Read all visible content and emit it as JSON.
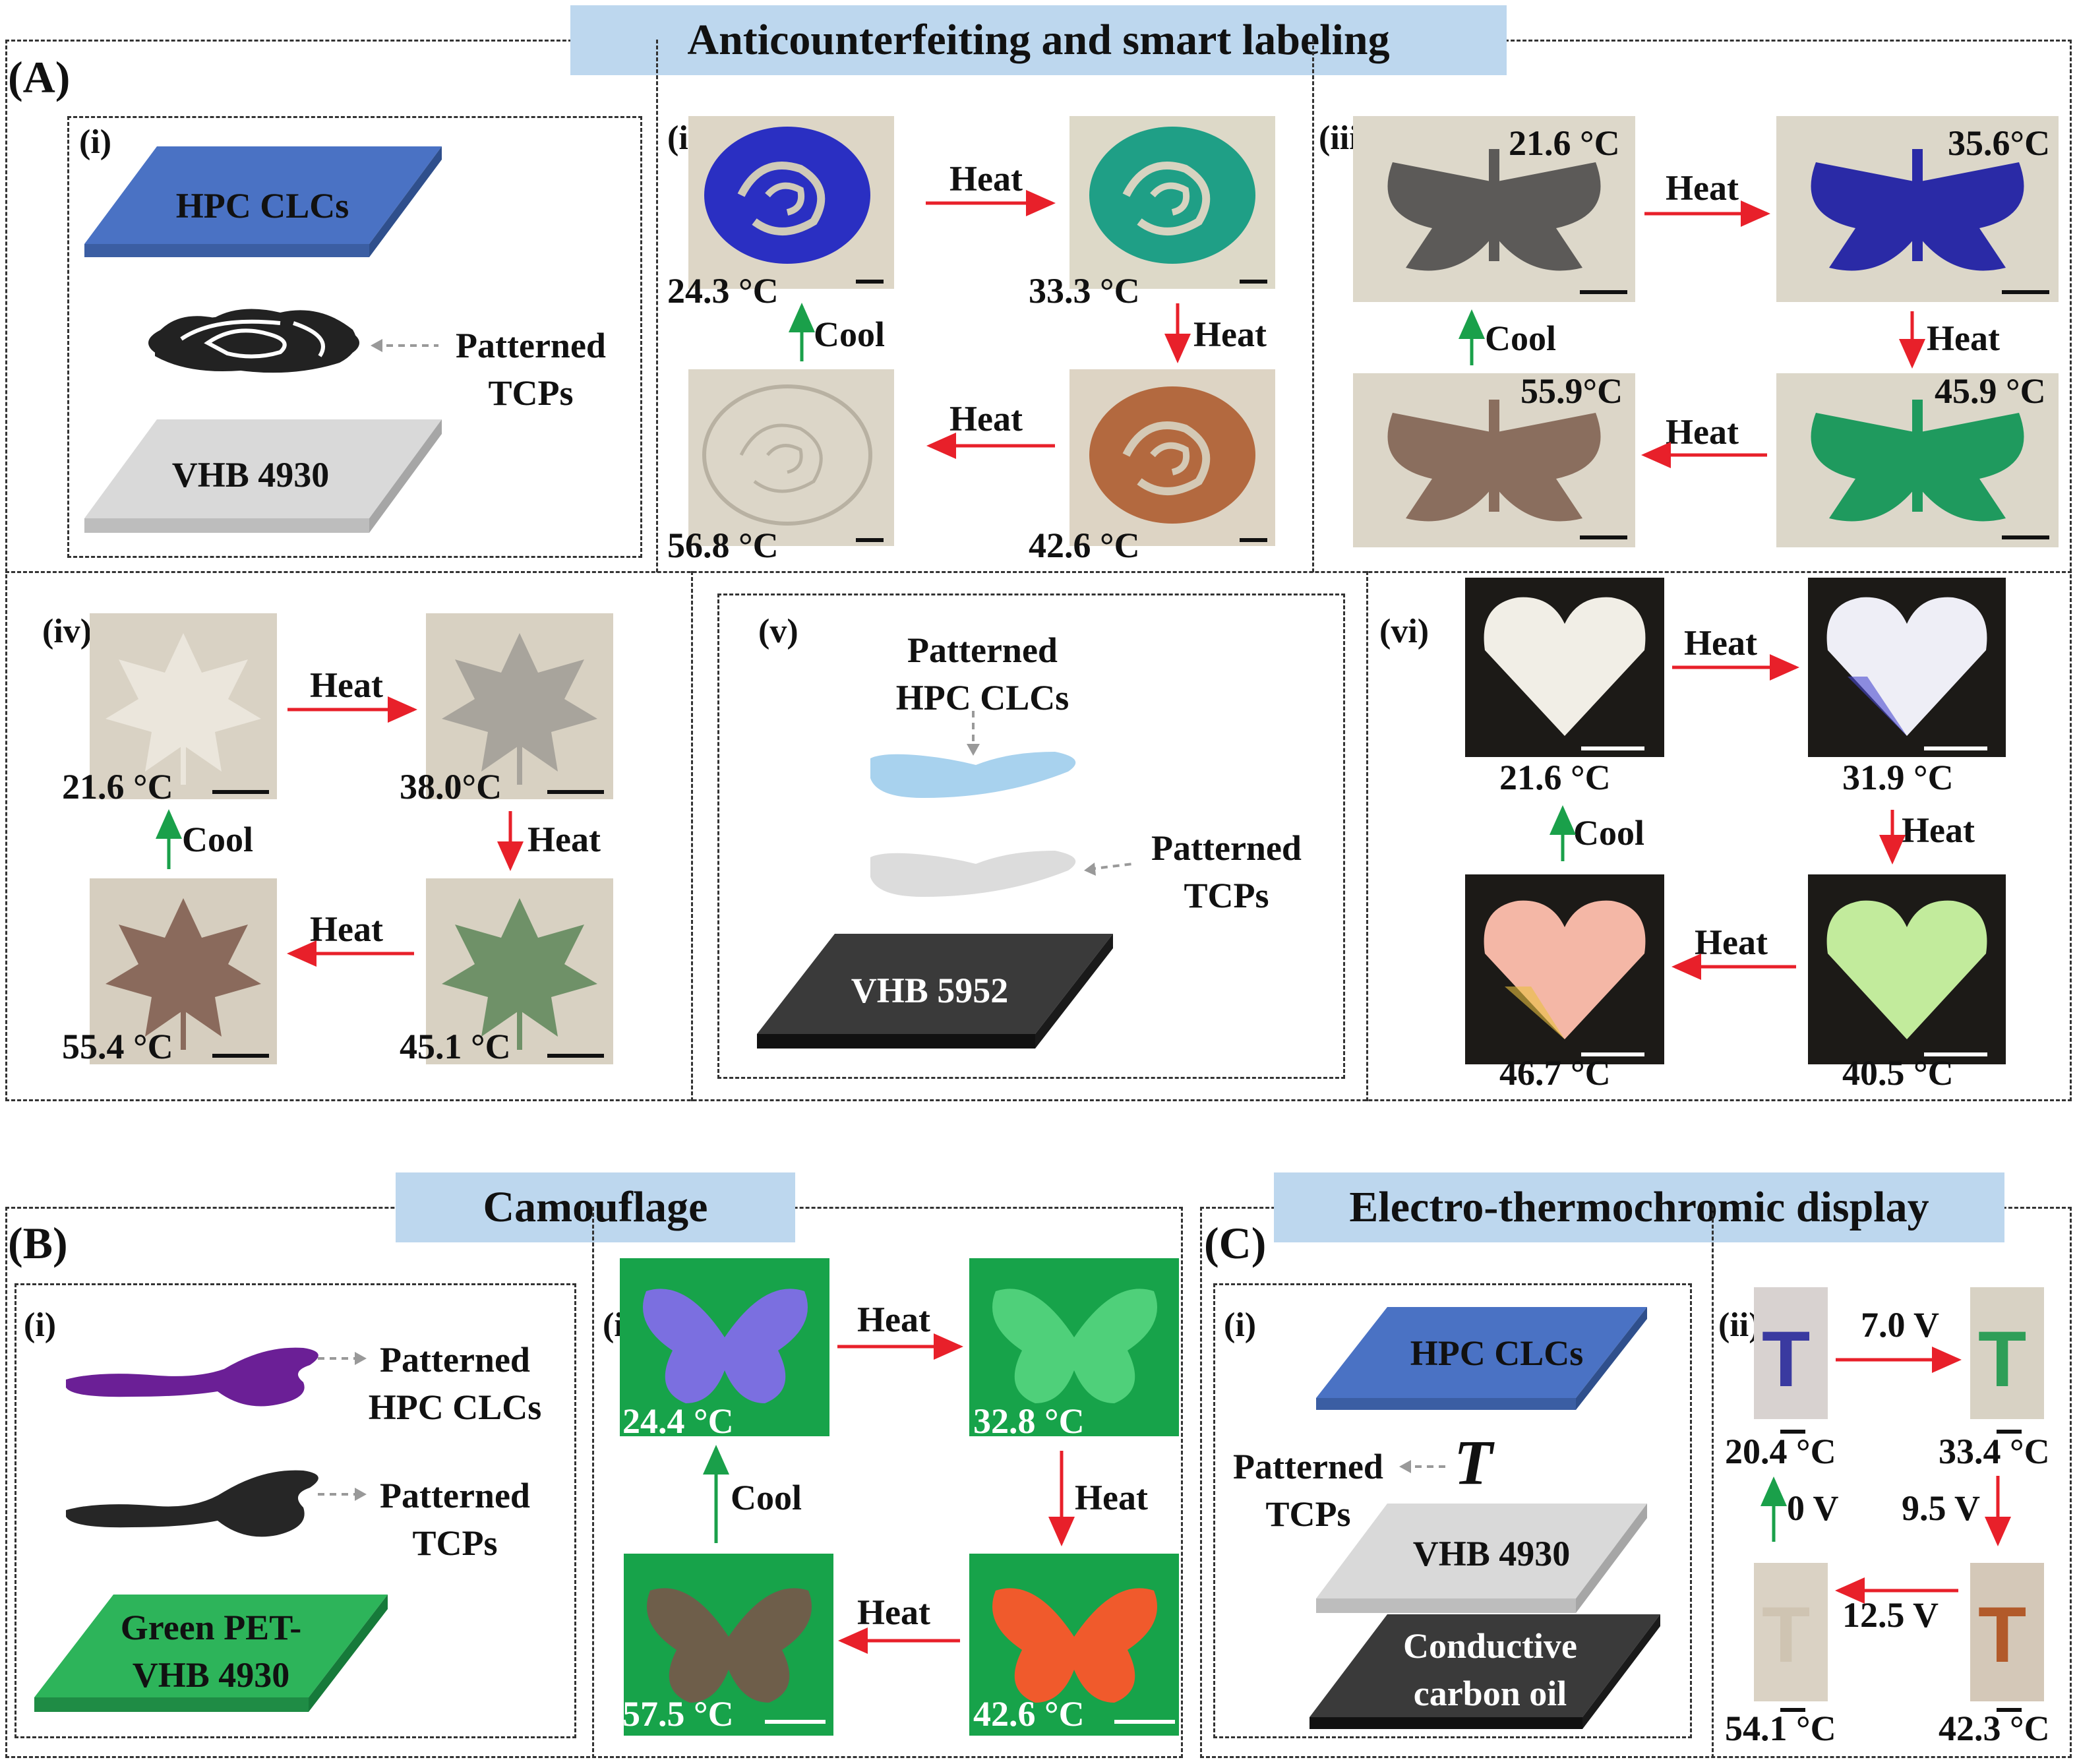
{
  "banners": {
    "anticounterfeiting": "Anticounterfeiting and smart labeling",
    "camouflage": "Camouflage",
    "electro": "Electro-thermochromic display"
  },
  "panel_letters": {
    "a": "(A)",
    "b": "(B)",
    "c": "(C)"
  },
  "A": {
    "i": {
      "label": "(i)",
      "top_layer": "HPC CLCs",
      "mid_layer": "Patterned\nTCPs",
      "bottom_layer": "VHB 4930"
    },
    "ii": {
      "label": "(ii)",
      "temps": [
        "24.3 °C",
        "33.3 °C",
        "42.6 °C",
        "56.8 °C"
      ],
      "actions": [
        "Heat",
        "Heat",
        "Heat",
        "Cool"
      ]
    },
    "iii": {
      "label": "(iii)",
      "temps": [
        "21.6 °C",
        "35.6°C",
        "45.9 °C",
        "55.9°C"
      ],
      "actions": [
        "Heat",
        "Heat",
        "Heat",
        "Cool"
      ]
    },
    "iv": {
      "label": "(iv)",
      "temps": [
        "21.6 °C",
        "38.0°C",
        "45.1 °C",
        "55.4 °C"
      ],
      "actions": [
        "Heat",
        "Heat",
        "Heat",
        "Cool"
      ]
    },
    "v": {
      "label": "(v)",
      "top_layer": "Patterned\nHPC CLCs",
      "mid_layer": "Patterned\nTCPs",
      "bottom_layer": "VHB 5952"
    },
    "vi": {
      "label": "(vi)",
      "temps": [
        "21.6 °C",
        "31.9 °C",
        "40.5 °C",
        "46.7 °C"
      ],
      "actions": [
        "Heat",
        "Heat",
        "Heat",
        "Cool"
      ]
    }
  },
  "B": {
    "i": {
      "label": "(i)",
      "top_layer": "Patterned\nHPC CLCs",
      "mid_layer": "Patterned\nTCPs",
      "bottom_layer": "Green PET-\nVHB 4930"
    },
    "ii": {
      "label": "(ii)",
      "temps": [
        "24.4 °C",
        "32.8 °C",
        "42.6 °C",
        "57.5 °C"
      ],
      "actions": [
        "Heat",
        "Heat",
        "Heat",
        "Cool"
      ]
    }
  },
  "C": {
    "i": {
      "label": "(i)",
      "top_layer": "HPC CLCs",
      "mid_layer": "Patterned\nTCPs",
      "layer3": "VHB 4930",
      "bottom_layer": "Conductive\ncarbon oil"
    },
    "ii": {
      "label": "(ii)",
      "temps": [
        "20.4 °C",
        "33.4 °C",
        "42.3 °C",
        "54.1 °C"
      ],
      "actions": [
        "7.0 V",
        "9.5 V",
        "12.5 V",
        "0 V"
      ],
      "letter": "T"
    }
  },
  "colors": {
    "heat_arrow": "#e8202a",
    "cool_arrow": "#1aa04a",
    "banner": "#bdd7ee",
    "clc_blue": "#4a72c4",
    "vhb_gray": "#d9d9d9",
    "green_pet": "#2db45a"
  }
}
